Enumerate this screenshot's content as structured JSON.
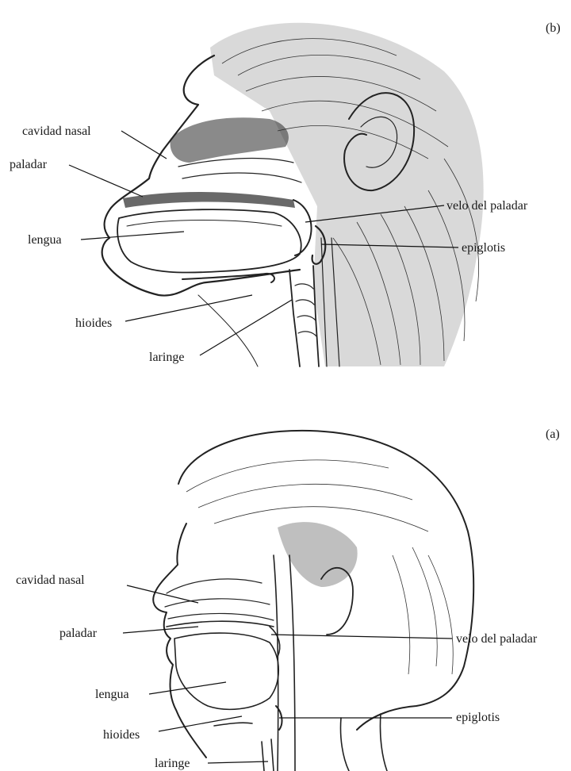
{
  "panel_b": {
    "tag": "(b)",
    "labels": {
      "cavidad_nasal": "cavidad nasal",
      "paladar": "paladar",
      "lengua": "lengua",
      "hioides": "hioides",
      "laringe": "laringe",
      "velo_del_paladar": "velo del paladar",
      "epiglotis": "epiglotis"
    }
  },
  "panel_a": {
    "tag": "(a)",
    "labels": {
      "cavidad_nasal": "cavidad nasal",
      "paladar": "paladar",
      "lengua": "lengua",
      "hioides": "hioides",
      "laringe": "laringe",
      "velo_del_paladar": "velo del paladar",
      "epiglotis": "epiglotis"
    }
  }
}
